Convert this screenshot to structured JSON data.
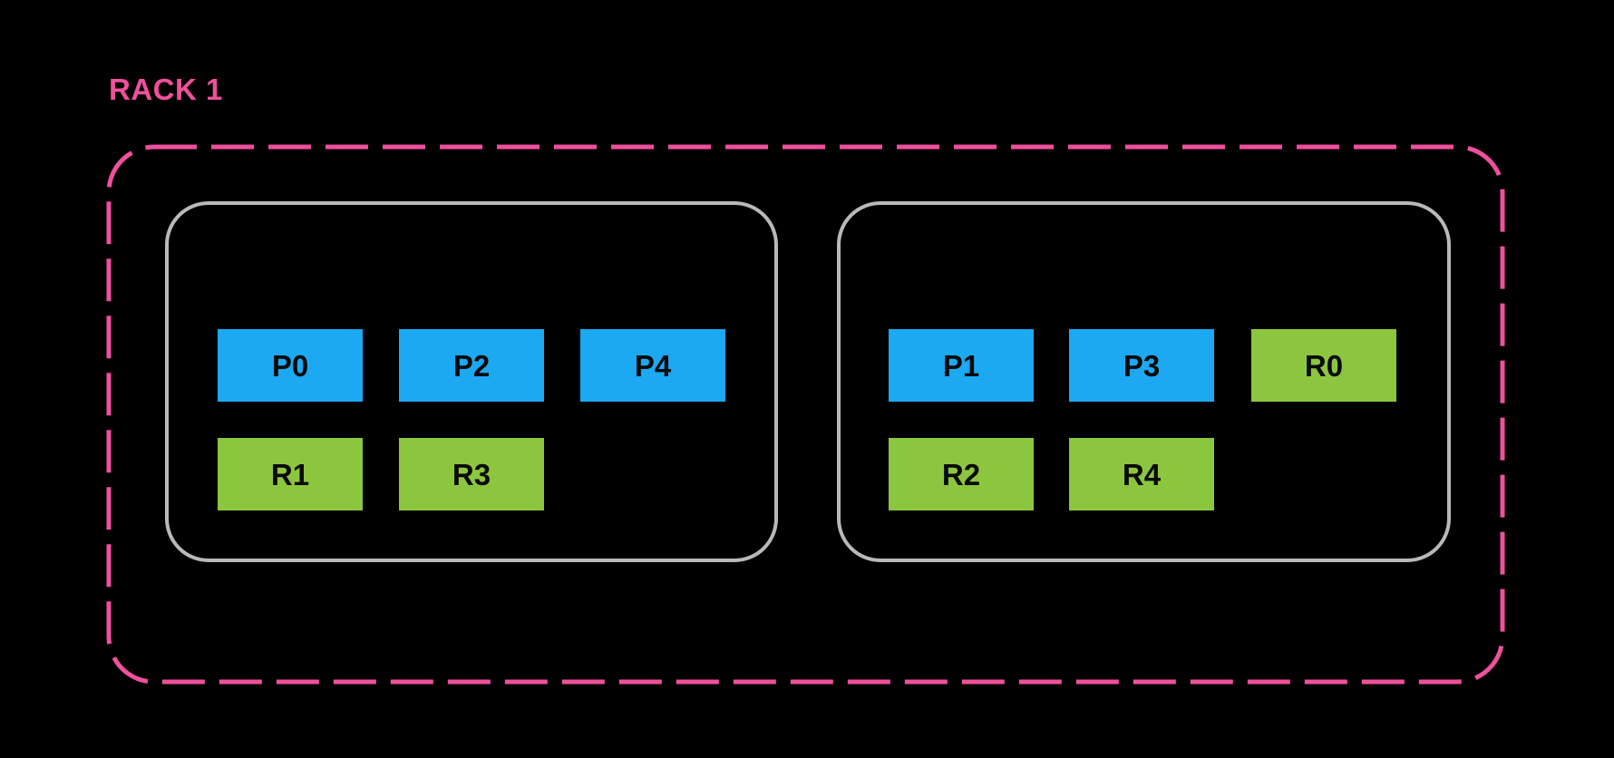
{
  "colors": {
    "bg": "#000000",
    "pink": "#EF509C",
    "blue": "#1DA8F2",
    "green": "#8CC63F",
    "gray": "#B9B9B9",
    "ink": "#0A0A0A"
  },
  "rack": {
    "label": "RACK 1",
    "hosts": [
      {
        "boxes": [
          {
            "label": "P0",
            "kind": "process"
          },
          {
            "label": "P2",
            "kind": "process"
          },
          {
            "label": "P4",
            "kind": "process"
          },
          {
            "label": "R1",
            "kind": "replica"
          },
          {
            "label": "R3",
            "kind": "replica"
          }
        ]
      },
      {
        "boxes": [
          {
            "label": "P1",
            "kind": "process"
          },
          {
            "label": "P3",
            "kind": "process"
          },
          {
            "label": "R0",
            "kind": "replica"
          },
          {
            "label": "R2",
            "kind": "replica"
          },
          {
            "label": "R4",
            "kind": "replica"
          }
        ]
      }
    ]
  }
}
